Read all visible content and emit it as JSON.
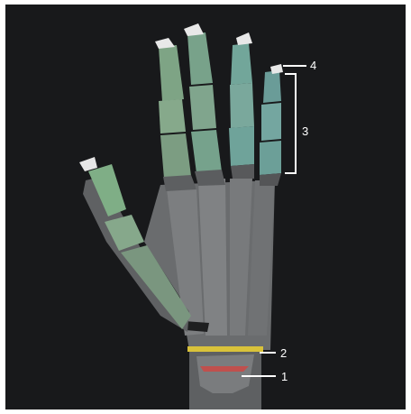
{
  "colors": {
    "background": "#18191b",
    "bone_gray": "#6f7173",
    "bone_gray_light": "#8a8c8e",
    "finger_segments": "#7fa98a",
    "fingertip": "#e8e8e8",
    "marker_2_band": "#d9c23a",
    "marker_1_band": "#c0504d",
    "callout_line": "#ffffff"
  },
  "callouts": [
    {
      "id": "1",
      "label": "1"
    },
    {
      "id": "2",
      "label": "2"
    },
    {
      "id": "3",
      "label": "3"
    },
    {
      "id": "4",
      "label": "4"
    }
  ]
}
